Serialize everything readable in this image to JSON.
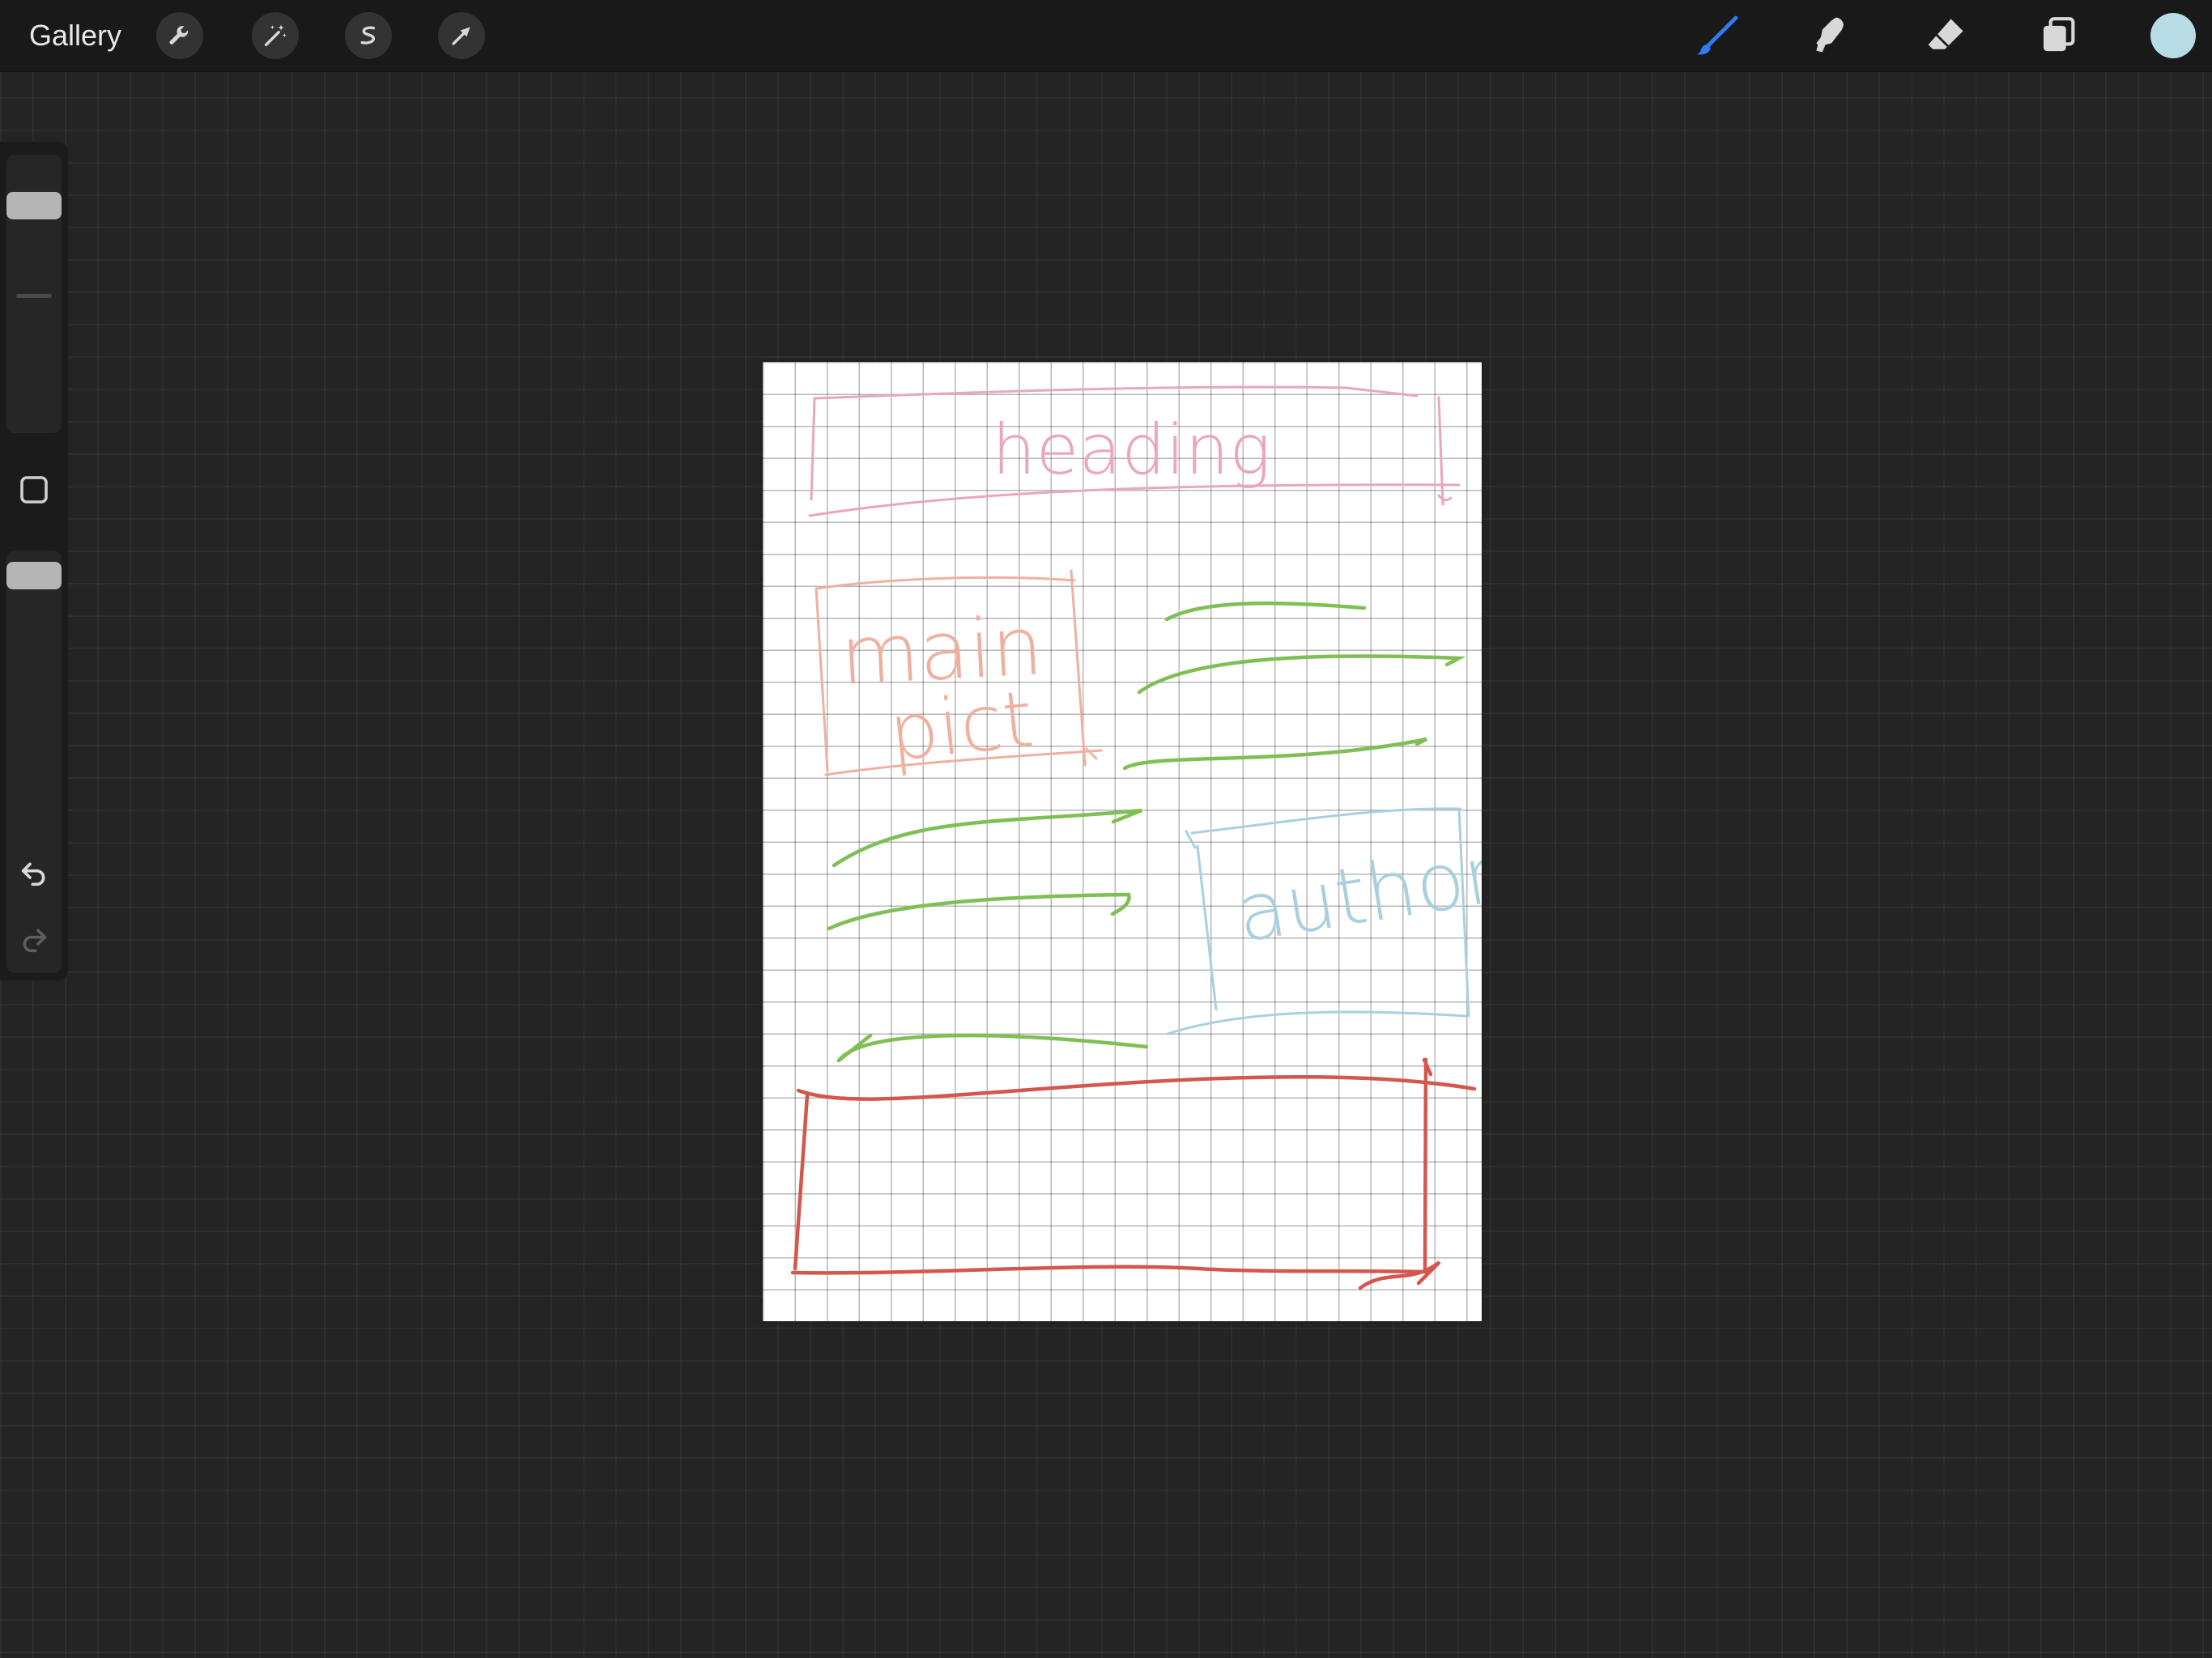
{
  "topbar": {
    "gallery_label": "Gallery",
    "left_tools": [
      "wrench-icon",
      "magic-wand-icon",
      "selection-icon",
      "transform-arrow-icon"
    ],
    "right_tools": [
      "brush-icon",
      "smudge-icon",
      "eraser-icon",
      "layers-icon"
    ],
    "active_tool": "brush-icon",
    "current_color": "#b8dce6",
    "accent": "#2f7bf5"
  },
  "sidebar": {
    "controls": [
      "brush-size-slider",
      "modify-button",
      "opacity-slider",
      "undo-button",
      "redo-button"
    ]
  },
  "canvas": {
    "sketch_labels": {
      "heading": "heading",
      "main_pict_line1": "main",
      "main_pict_line2": "pict",
      "author": "author"
    },
    "colors": {
      "pink": "#eaa6bd",
      "salmon": "#f0b0a0",
      "green": "#7fbf55",
      "blue": "#a9d0de",
      "red": "#d4574e"
    }
  }
}
